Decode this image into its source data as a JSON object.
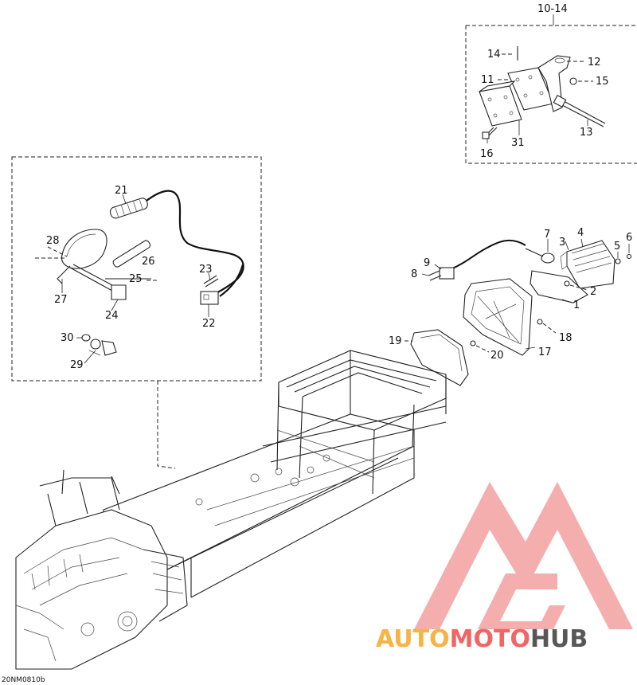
{
  "top_right_box": {
    "title": "10-14",
    "callouts": [
      "14",
      "12",
      "11",
      "15",
      "13",
      "16",
      "31"
    ]
  },
  "left_box": {
    "callouts": [
      "21",
      "28",
      "26",
      "23",
      "25",
      "27",
      "24",
      "22",
      "30",
      "29"
    ]
  },
  "middle_parts": {
    "callouts": [
      "7",
      "4",
      "3",
      "5",
      "6",
      "9",
      "8",
      "2",
      "1",
      "18",
      "19",
      "20",
      "17"
    ]
  },
  "diagram_code": "20NM0810b",
  "watermark": {
    "part1": "AUTO",
    "part2": "MOTO",
    "part3": "HUB",
    "color_orange": "#f6a623",
    "color_red": "#ef4b4b",
    "color_gray": "#3a3a3a"
  }
}
